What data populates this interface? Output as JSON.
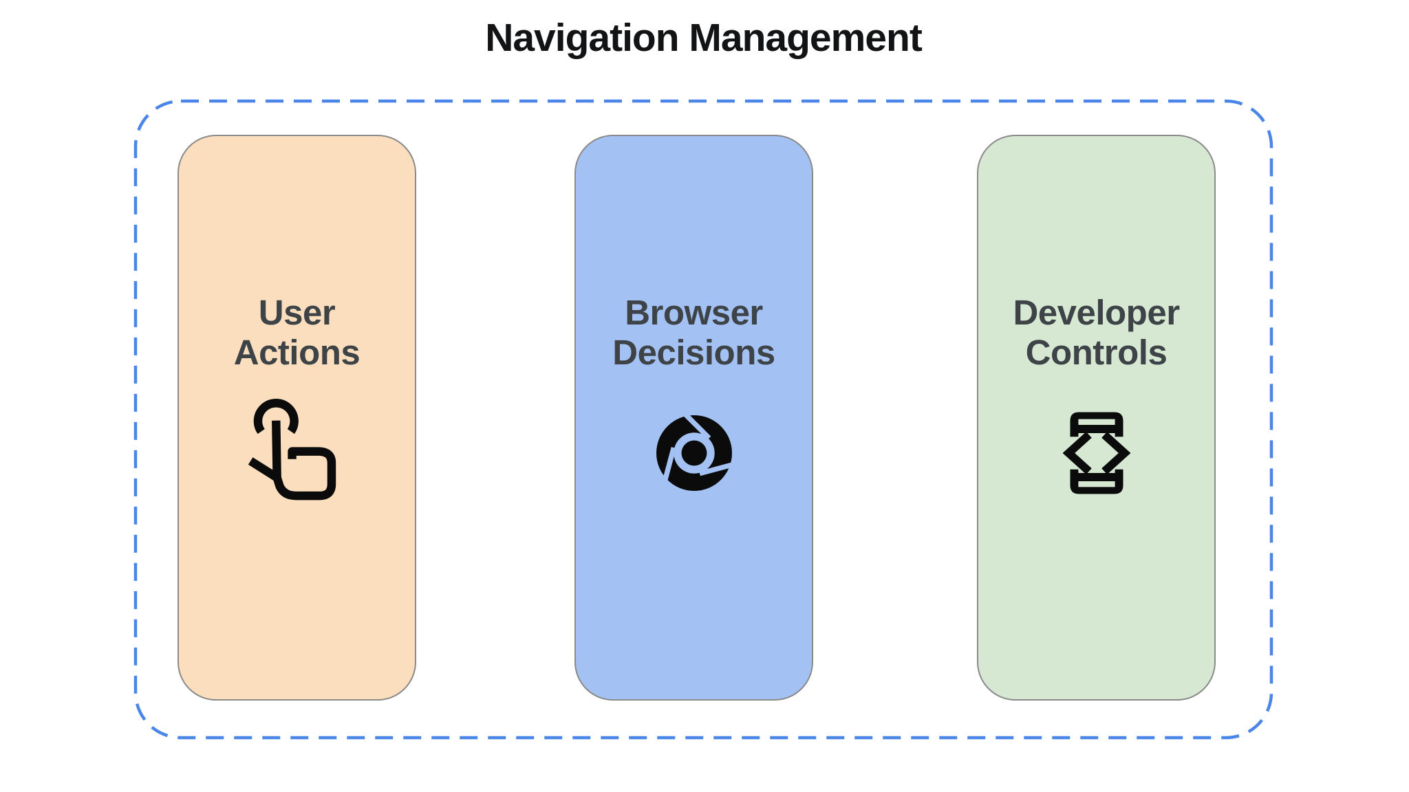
{
  "title": "Navigation Management",
  "group": {
    "name": "navigation-management-group",
    "border_style": "dashed",
    "border_color": "#4A86E8"
  },
  "cards": [
    {
      "id": "user-actions",
      "label": "User\nActions",
      "icon": "tap-gesture-icon",
      "bg": "#FADEBD",
      "border": "#8a8a8a"
    },
    {
      "id": "browser-decisions",
      "label": "Browser\nDecisions",
      "icon": "chrome-icon",
      "bg": "#A3C1F2",
      "border": "#8a8a8a"
    },
    {
      "id": "developer-controls",
      "label": "Developer\nControls",
      "icon": "developer-mode-icon",
      "bg": "#D6E8D2",
      "border": "#8a8a8a"
    }
  ],
  "colors": {
    "background": "#FFFFFF",
    "title_text": "#111315",
    "card_text": "#3E4348",
    "icon": "#0B0B0B",
    "dashed_border": "#4A86E8"
  }
}
